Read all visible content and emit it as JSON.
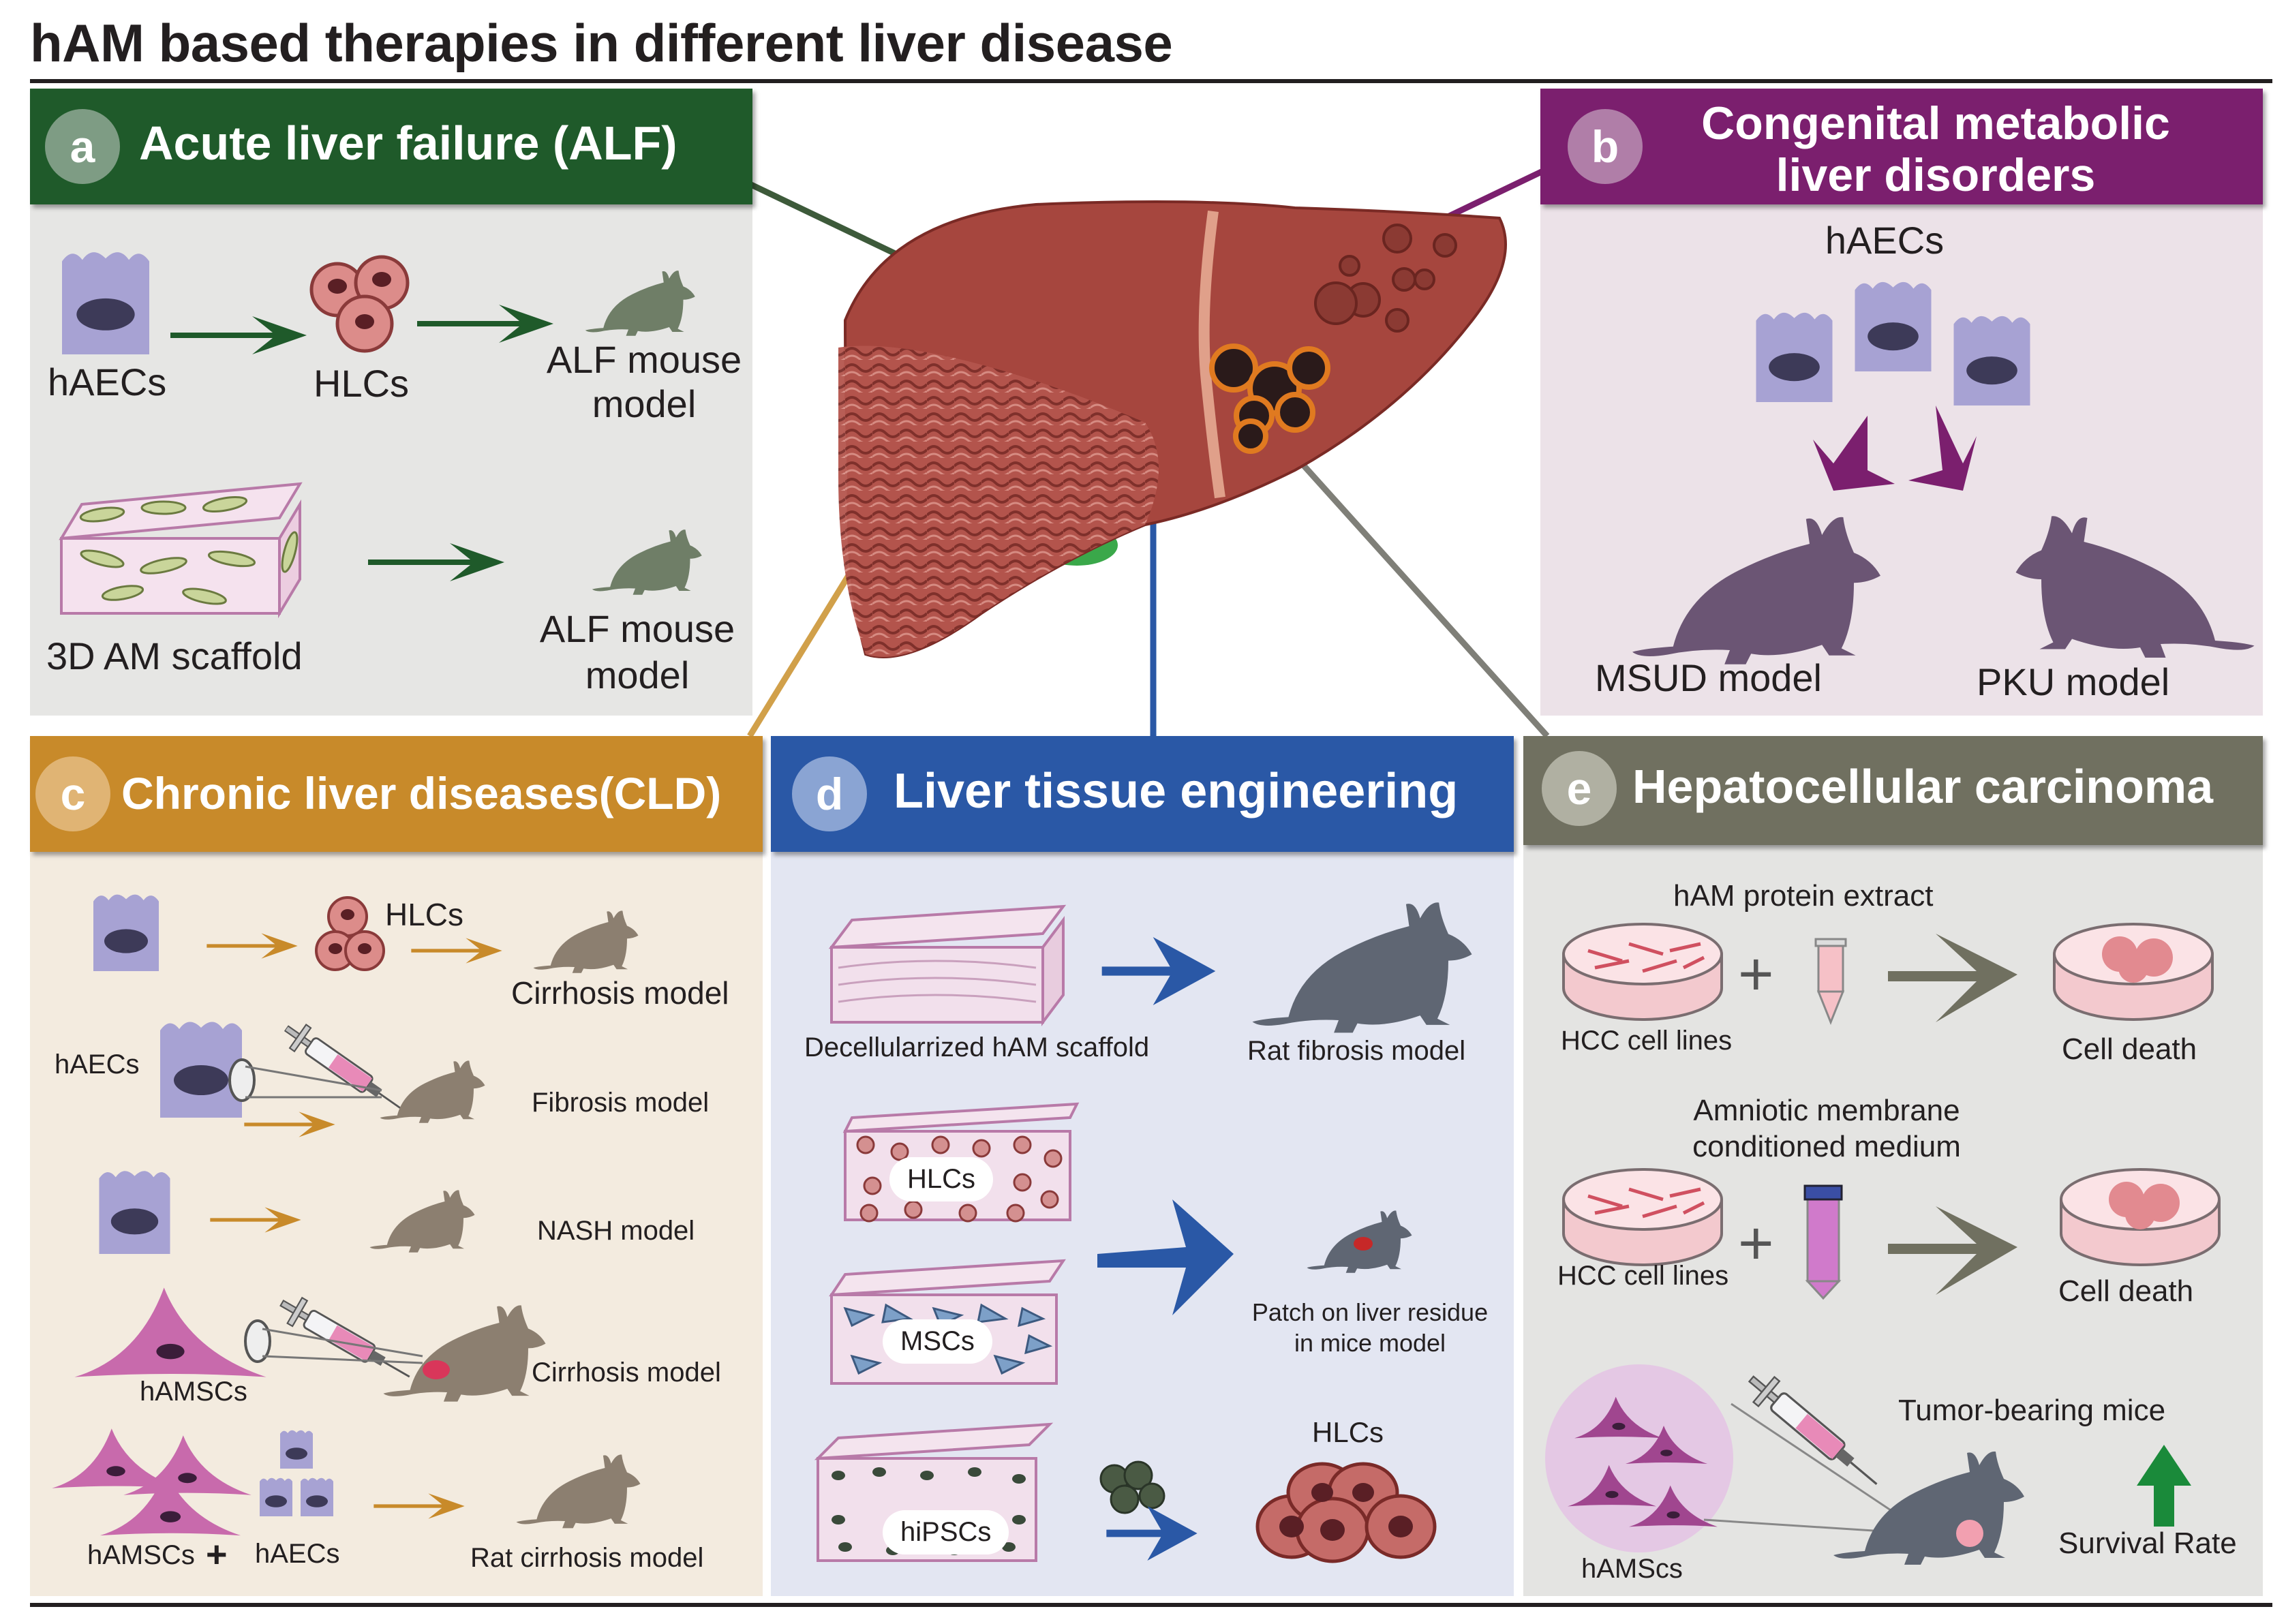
{
  "title": "hAM based therapies in different liver disease",
  "colors": {
    "alf": "#1f5a2a",
    "cmld": "#7b1f6e",
    "cld": "#c88a2a",
    "lte": "#2a58a6",
    "hcc": "#707060",
    "cell": "#a7a2d3",
    "nucleus": "#3d3a58",
    "mouse_green": "#6f7e67",
    "mouse_purple": "#6b5574",
    "mouse_tan": "#8c7f70",
    "mouse_gray": "#5f6673",
    "liver": "#a6463e"
  },
  "panels": {
    "a": {
      "letter": "a",
      "title": "Acute liver failure (ALF)",
      "row1": {
        "cell": "hAECs",
        "hlc": "HLCs",
        "model": [
          "ALF mouse",
          "model"
        ]
      },
      "row2": {
        "scaffold": "3D AM scaffold",
        "model": [
          "ALF mouse",
          "model"
        ]
      }
    },
    "b": {
      "letter": "b",
      "title": [
        "Congenital metabolic",
        "liver disorders"
      ],
      "cells": "hAECs",
      "model_left": "MSUD model",
      "model_right": "PKU model"
    },
    "c": {
      "letter": "c",
      "title": "Chronic liver diseases(CLD)",
      "row1": {
        "hlc": "HLCs",
        "model": "Cirrhosis model"
      },
      "row2": {
        "cell": "hAECs",
        "model": "Fibrosis model"
      },
      "row3": {
        "model": "NASH model"
      },
      "row4": {
        "cell": "hAMSCs",
        "model": "Cirrhosis model"
      },
      "row5": {
        "cell1": "hAMSCs",
        "plus": "+",
        "cell2": "hAECs",
        "model": "Rat cirrhosis model"
      }
    },
    "d": {
      "letter": "d",
      "title": "Liver tissue engineering",
      "row1": {
        "scaffold": "Decellularrized hAM scaffold",
        "model": "Rat fibrosis model"
      },
      "blocks": [
        "HLCs",
        "MSCs",
        "hiPSCs"
      ],
      "patch": [
        "Patch on liver residue",
        "in mice model"
      ],
      "hlc": "HLCs"
    },
    "e": {
      "letter": "e",
      "title": "Hepatocellular carcinoma",
      "row1": {
        "extract": "hAM protein extract",
        "cells": "HCC cell lines",
        "plus": "+",
        "result": "Cell death"
      },
      "row2": {
        "medium": [
          "Amniotic membrane",
          "conditioned medium"
        ],
        "cells": "HCC cell lines",
        "plus": "+",
        "result": "Cell death"
      },
      "row3": {
        "cells": "hAMScs",
        "mice": "Tumor-bearing mice",
        "survival": "Survival Rate"
      }
    }
  }
}
